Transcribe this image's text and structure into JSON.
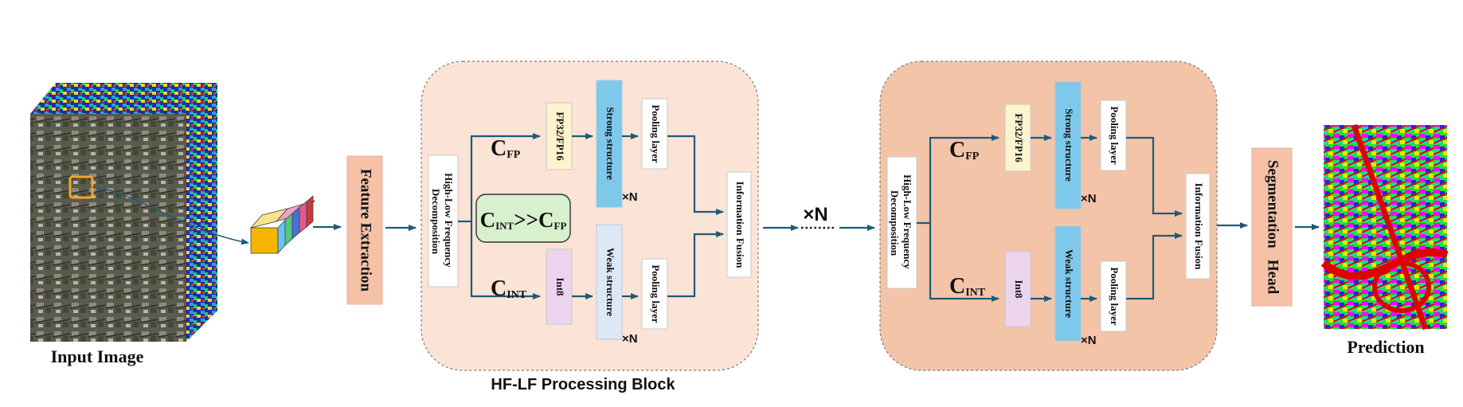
{
  "input_image_label": "Input Image",
  "prediction_label": "Prediction",
  "feature_extraction_label": "Feature Extraction",
  "block_title": "HF-LF Processing Block",
  "hl_decomposition_line1": "High-Low Frequency",
  "hl_decomposition_line2": "Decomposition",
  "fp_precision_label": "FP32/FP16",
  "int_precision_label": "Int8",
  "strong_structure_label": "Strong structure",
  "weak_structure_label": "Weak structure",
  "pooling_label": "Pooling layer",
  "information_fusion_label": "Information Fusion",
  "segmentation_head_label": "Segmentation   Head",
  "repeat_label": "×N",
  "c_fp": {
    "main": "C",
    "sub": "FP"
  },
  "c_int": {
    "main": "C",
    "sub": "INT"
  },
  "comparison": {
    "c1": "C",
    "s1": "INT",
    "op": ">>",
    "c2": "C",
    "s2": "FP"
  },
  "colors": {
    "arrow": "#1f5a7a",
    "block1_fill": "#fbe3d6",
    "block2_fill": "#f4c4a8",
    "peach_box": "#f5c2a8",
    "fp_box": "#fdf3cf",
    "int_box": "#ecd4ef",
    "strong_box": "#7dc8eb",
    "weak_box_light": "#dde8f7",
    "comparison_box": "#d7f1cf"
  }
}
